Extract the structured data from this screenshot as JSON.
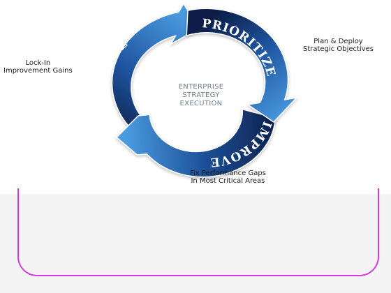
{
  "diagram": {
    "center_lines": [
      "ENTERPRISE",
      "STRATEGY",
      "EXECUTION"
    ],
    "stages": {
      "prioritize": "PRIORITIZE",
      "improve": "IMPROVE",
      "control": "CONTROL"
    },
    "annotations": {
      "prioritize_lines": [
        "Plan & Deploy",
        "Strategic Objectives"
      ],
      "improve_lines": [
        "Fix Performance Gaps",
        "In Most Critical Areas"
      ],
      "control_lines": [
        "Lock-In",
        "Improvement Gains"
      ]
    },
    "colors": {
      "arrow_light": "#3e8fd6",
      "arrow_dark": "#0c1f4a",
      "frame": "#d63adf"
    }
  }
}
